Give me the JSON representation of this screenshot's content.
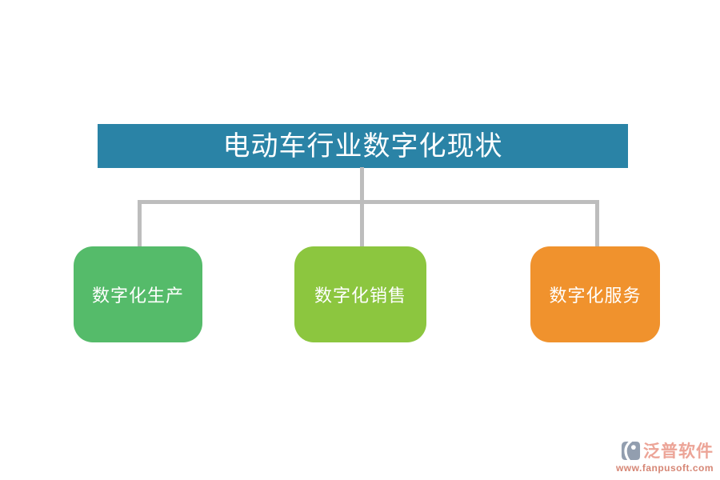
{
  "canvas": {
    "background": "#ffffff"
  },
  "title": {
    "label": "电动车行业数字化现状",
    "bg": "#2A83A6",
    "text_color": "#ffffff"
  },
  "connectors": {
    "color": "#BDBDBD"
  },
  "nodes": [
    {
      "label": "数字化生产",
      "bg": "#55BB6A",
      "text_color": "#ffffff"
    },
    {
      "label": "数字化销售",
      "bg": "#8CC63F",
      "text_color": "#ffffff"
    },
    {
      "label": "数字化服务",
      "bg": "#F0922D",
      "text_color": "#ffffff"
    }
  ],
  "watermark": {
    "icon": "fanpu-logo-icon",
    "icon_color": "#8D99AB",
    "brand": "泛普软件",
    "brand_color": "#ECA092",
    "url": "www.fanpusoft.com",
    "url_color": "#D4806E"
  }
}
